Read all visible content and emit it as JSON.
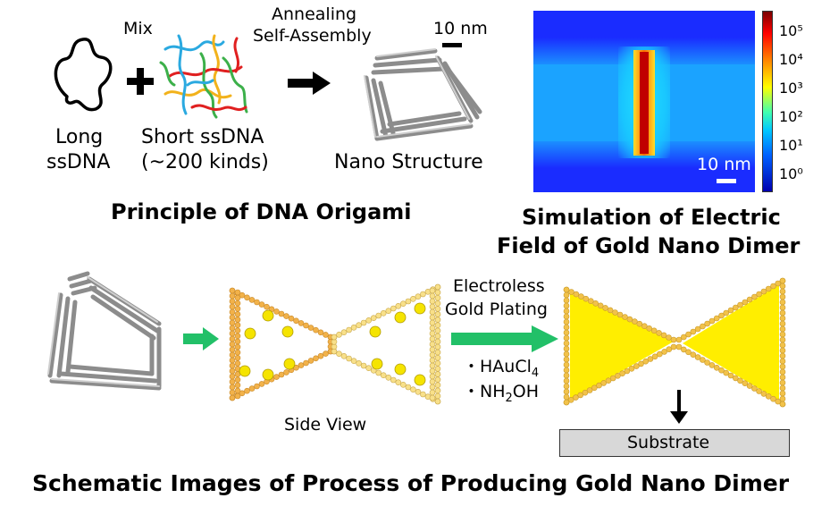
{
  "top_left": {
    "mix": "Mix",
    "long_ssdna_line1": "Long",
    "long_ssdna_line2": "ssDNA",
    "short_ssdna_line1": "Short ssDNA",
    "short_ssdna_line2": "(~200 kinds)",
    "annealing_line1": "Annealing",
    "annealing_line2": "Self-Assembly",
    "scale": "10 nm",
    "nano_structure": "Nano Structure",
    "title": "Principle of DNA Origami"
  },
  "simulation": {
    "scale": "10 nm",
    "colorbar_ticks": [
      "10⁵",
      "10⁴",
      "10³",
      "10²",
      "10¹",
      "10⁰"
    ],
    "title_line1": "Simulation of Electric",
    "title_line2": "Field of Gold Nano Dimer"
  },
  "bottom": {
    "side_view": "Side View",
    "plating_line1": "Electroless",
    "plating_line2": "Gold Plating",
    "reagent1": "・HAuCl",
    "reagent1_sub": "4",
    "reagent2": "・NH",
    "reagent2_sub": "2",
    "reagent2_tail": "OH",
    "substrate": "Substrate",
    "title": "Schematic Images of Process of Producing Gold Nano Dimer"
  },
  "colors": {
    "origami_gray": "#9a9a9a",
    "green_arrow": "#22c068",
    "gold_fill": "#ffee00",
    "bead_orange": "#f2b24a",
    "bead_light": "#f8e08a",
    "substrate_fill": "#d8d8d8"
  }
}
